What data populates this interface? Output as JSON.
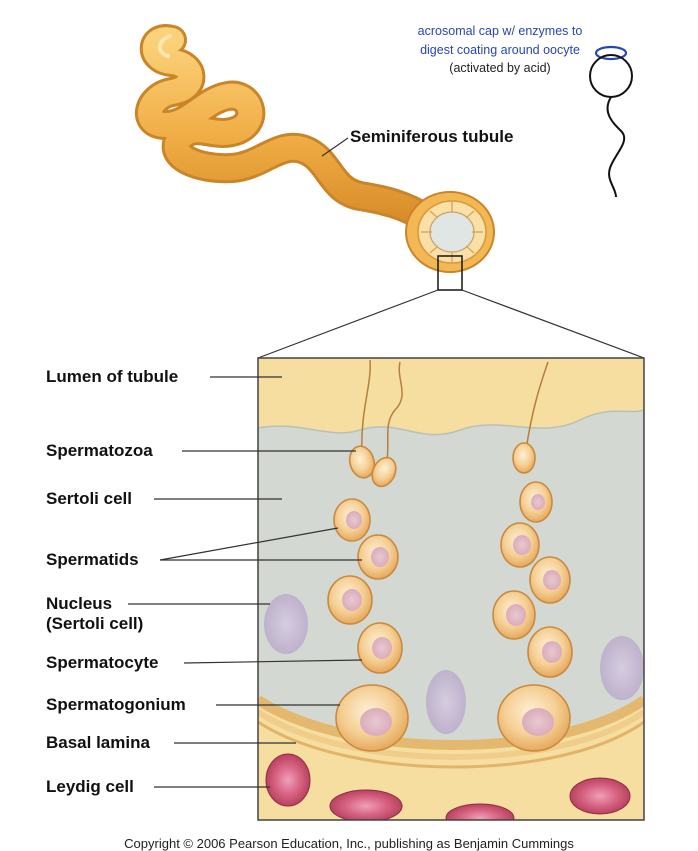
{
  "annotation": {
    "line1": "acrosomal cap w/ enzymes to",
    "line2": "digest coating around oocyte",
    "line3": "(activated by acid)"
  },
  "labels": {
    "seminiferous_tubule": "Seminiferous tubule",
    "lumen": "Lumen of tubule",
    "spermatozoa": "Spermatozoa",
    "sertoli": "Sertoli cell",
    "spermatids": "Spermatids",
    "nucleus_line1": "Nucleus",
    "nucleus_line2": "(Sertoli cell)",
    "spermatocyte": "Spermatocyte",
    "spermatogonium": "Spermatogonium",
    "basal_lamina": "Basal lamina",
    "leydig": "Leydig cell"
  },
  "copyright": "Copyright © 2006 Pearson Education, Inc., publishing as Benjamin Cummings",
  "colors": {
    "tubule": "#f2b54a",
    "tissue_bg": "#f5dc9e",
    "sertoli_cytoplasm": "#cfd6cf",
    "germ_cell": "#f4c78a",
    "leydig": "#c74a6a",
    "annotation_blue": "#2747b0"
  }
}
